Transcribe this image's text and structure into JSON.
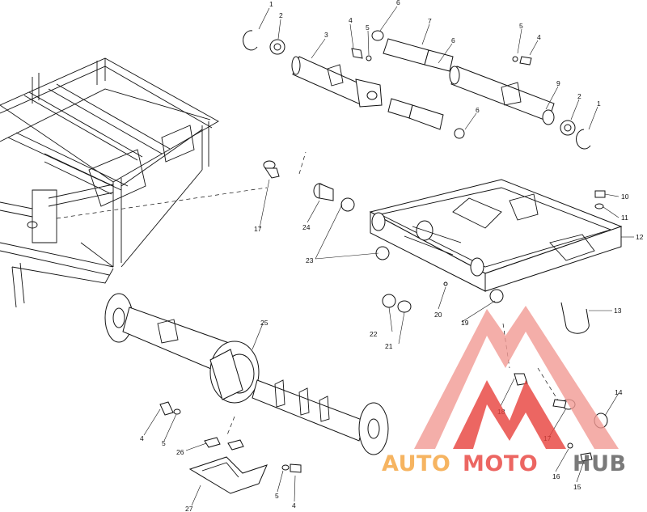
{
  "callouts": [
    {
      "id": "c1a",
      "text": "1"
    },
    {
      "id": "c2a",
      "text": "2"
    },
    {
      "id": "c3",
      "text": "3"
    },
    {
      "id": "c4a",
      "text": "4"
    },
    {
      "id": "c5a",
      "text": "5"
    },
    {
      "id": "c6a",
      "text": "6"
    },
    {
      "id": "c7",
      "text": "7"
    },
    {
      "id": "c6b",
      "text": "6"
    },
    {
      "id": "c5b",
      "text": "5"
    },
    {
      "id": "c4b",
      "text": "4"
    },
    {
      "id": "c9",
      "text": "9"
    },
    {
      "id": "c2b",
      "text": "2"
    },
    {
      "id": "c1b",
      "text": "1"
    },
    {
      "id": "c6c",
      "text": "6"
    },
    {
      "id": "c10",
      "text": "10"
    },
    {
      "id": "c11",
      "text": "11"
    },
    {
      "id": "c12",
      "text": "12"
    },
    {
      "id": "c13",
      "text": "13"
    },
    {
      "id": "c17a",
      "text": "17"
    },
    {
      "id": "c24",
      "text": "24"
    },
    {
      "id": "c23",
      "text": "23"
    },
    {
      "id": "c20",
      "text": "20"
    },
    {
      "id": "c19",
      "text": "19"
    },
    {
      "id": "c22",
      "text": "22"
    },
    {
      "id": "c21",
      "text": "21"
    },
    {
      "id": "c25",
      "text": "25"
    },
    {
      "id": "c18",
      "text": "18"
    },
    {
      "id": "c14",
      "text": "14"
    },
    {
      "id": "c17b",
      "text": "17"
    },
    {
      "id": "c16",
      "text": "16"
    },
    {
      "id": "c15",
      "text": "15"
    },
    {
      "id": "c4c",
      "text": "4"
    },
    {
      "id": "c5c",
      "text": "5"
    },
    {
      "id": "c26",
      "text": "26"
    },
    {
      "id": "c27",
      "text": "27"
    },
    {
      "id": "c5d",
      "text": "5"
    },
    {
      "id": "c4d",
      "text": "4"
    }
  ],
  "watermark": {
    "part1": "AUTO",
    "part2": "MOTO",
    "part3": "HUB",
    "colors": {
      "red": "#e8413c",
      "orange": "#f4a23a",
      "gray": "#5a5a5a",
      "light": "#f29a94"
    }
  }
}
